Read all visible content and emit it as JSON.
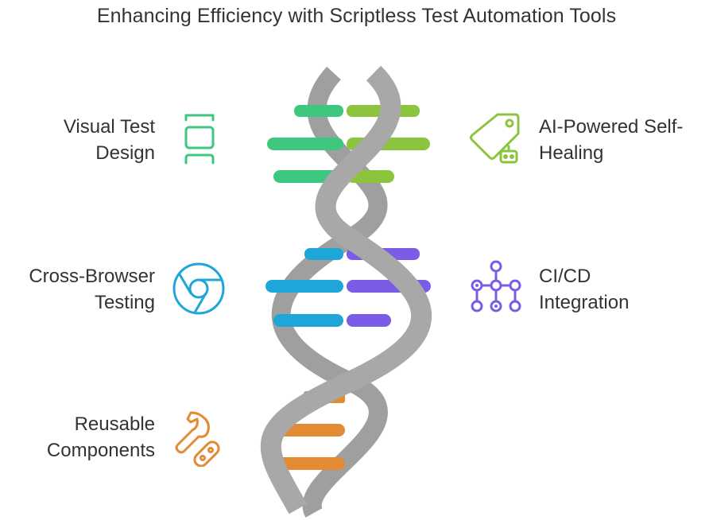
{
  "title": "Enhancing Efficiency with Scriptless Test Automation Tools",
  "items": [
    {
      "line1": "Visual Test",
      "line2": "Design",
      "icon": "frame-select-icon",
      "color": "#3ec77f"
    },
    {
      "line1": "AI-Powered Self-",
      "line2": "Healing",
      "icon": "tag-robot-icon",
      "color": "#8cc43e"
    },
    {
      "line1": "Cross-Browser",
      "line2": "Testing",
      "icon": "chrome-browser-icon",
      "color": "#1ea6d9"
    },
    {
      "line1": "CI/CD",
      "line2": "Integration",
      "icon": "pipeline-nodes-icon",
      "color": "#7b5ce6"
    },
    {
      "line1": "Reusable",
      "line2": "Components",
      "icon": "wrench-tools-icon",
      "color": "#e28a34"
    }
  ],
  "colors": {
    "helix": "#a8a8a8",
    "text": "#333333"
  }
}
